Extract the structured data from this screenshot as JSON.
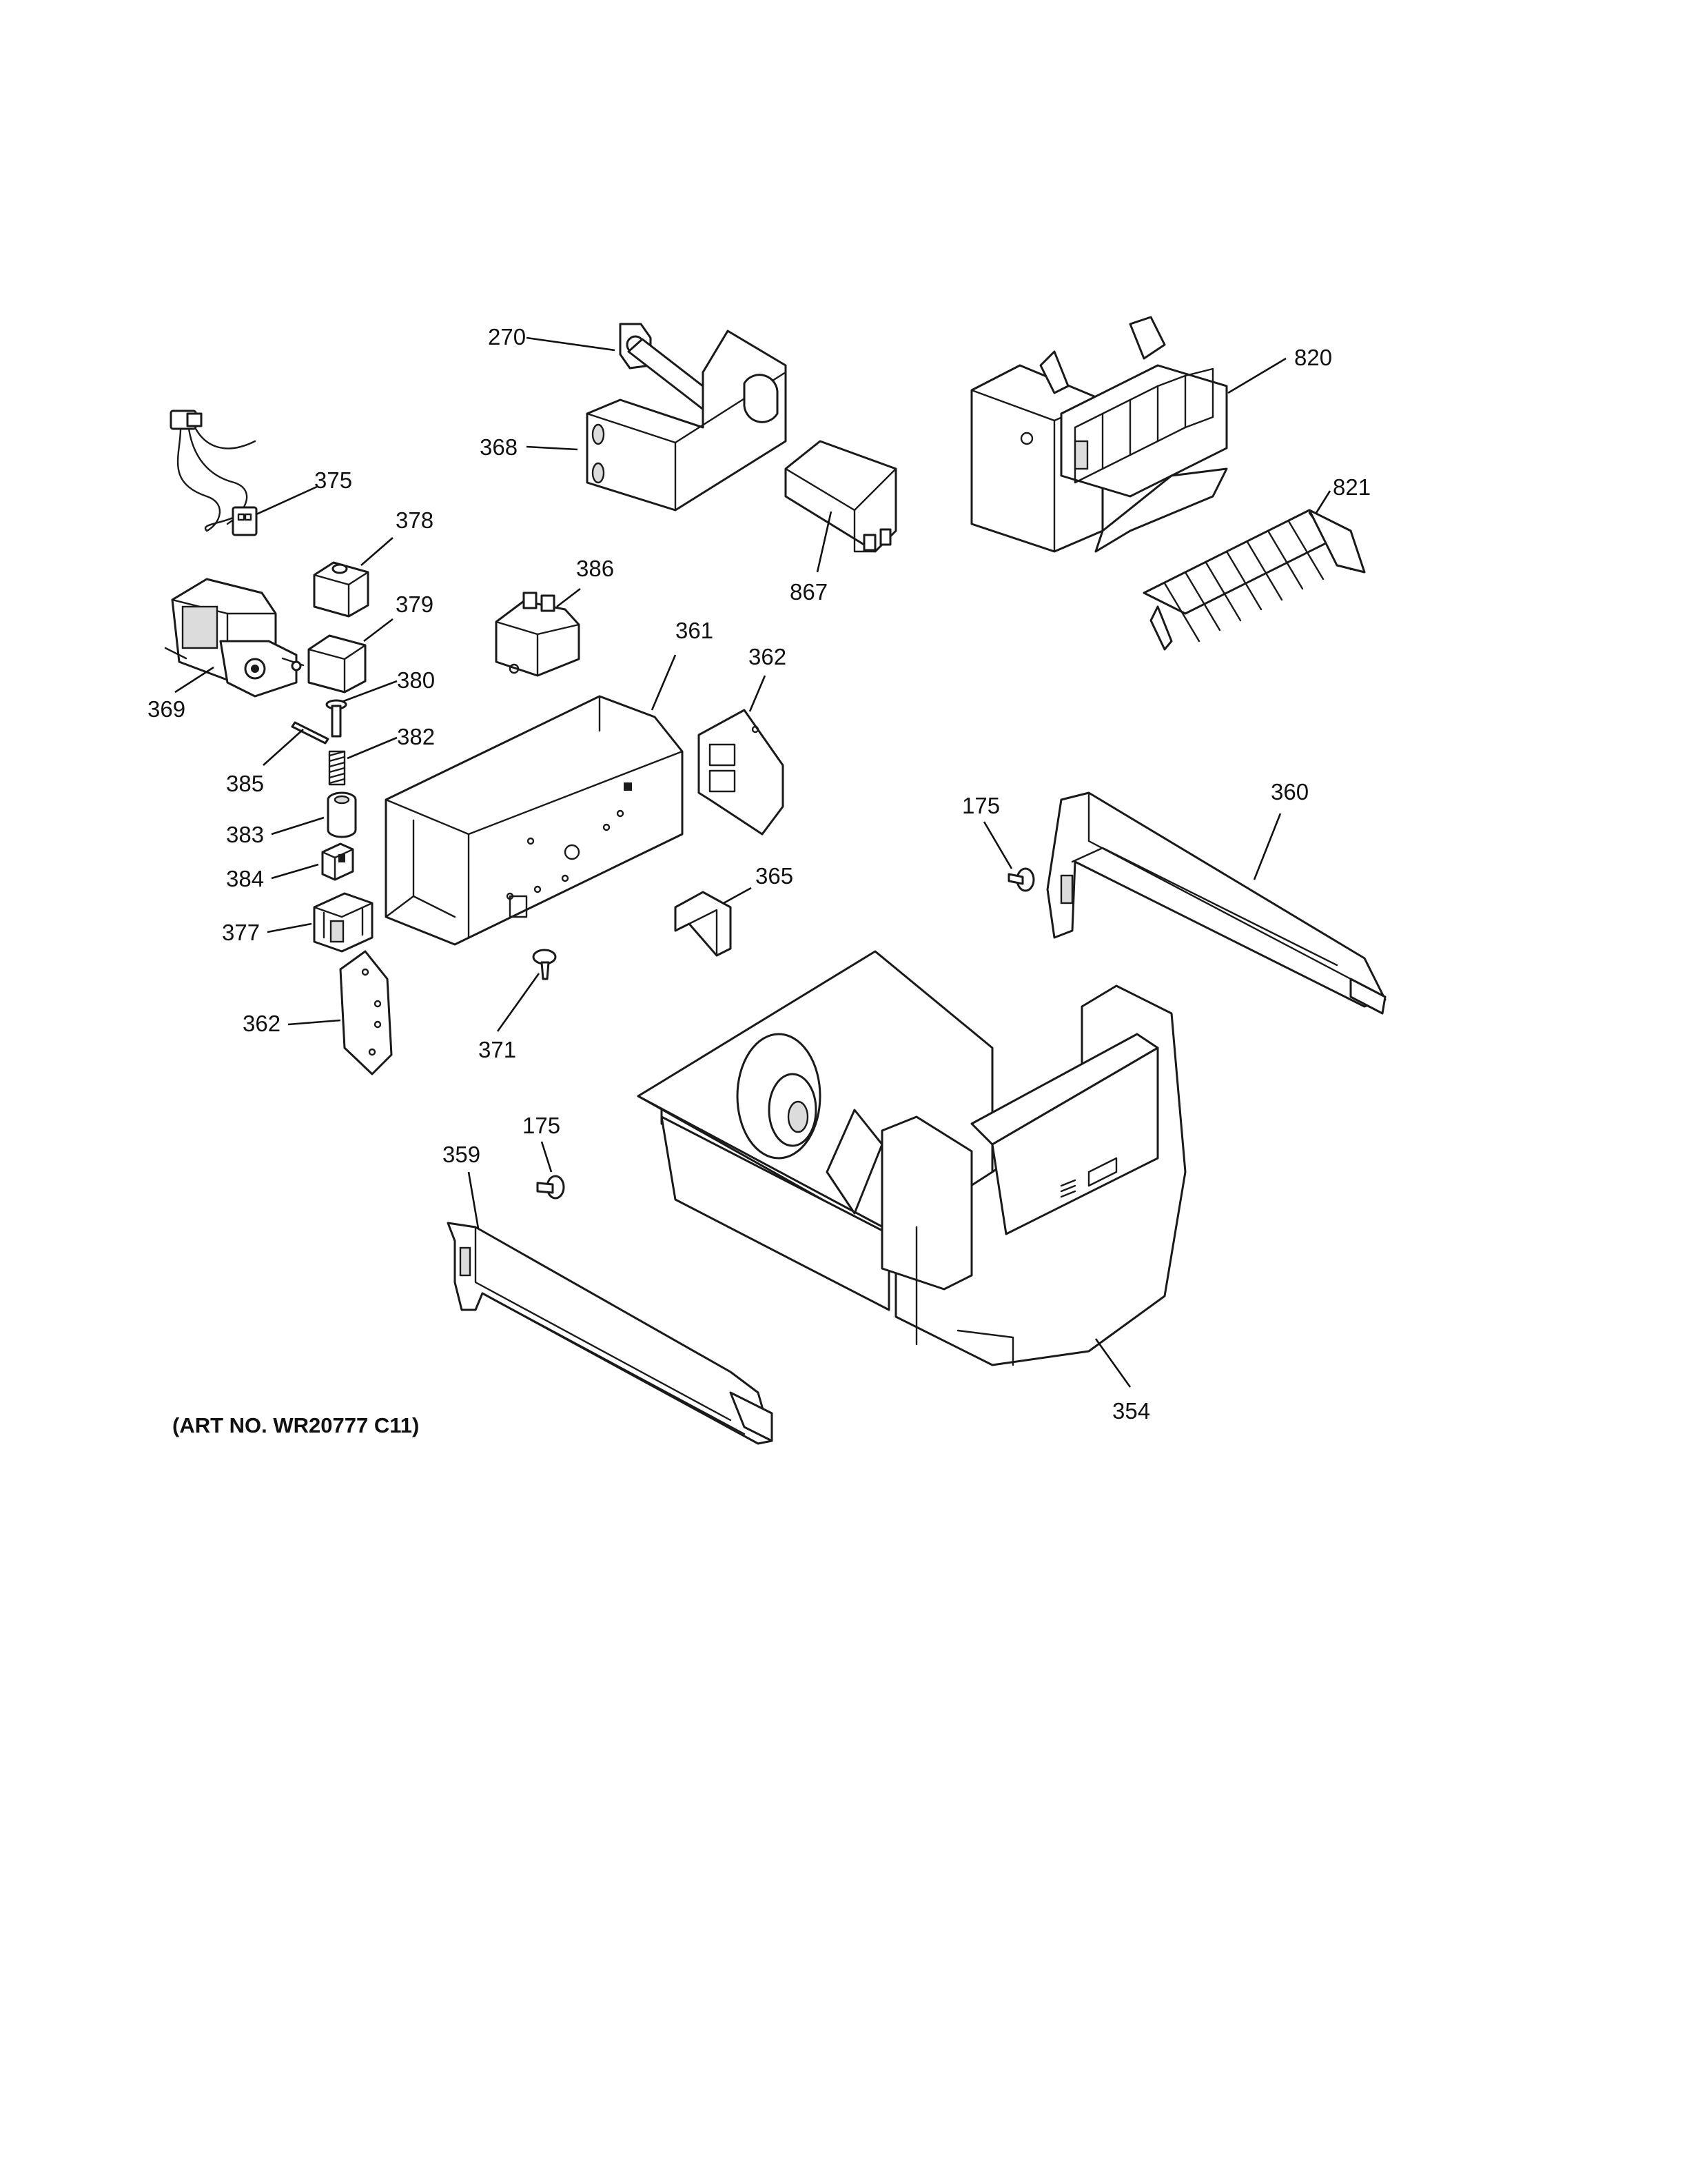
{
  "art_number": "(ART NO. WR20777 C11)",
  "callouts": {
    "c270": "270",
    "c368": "368",
    "c867": "867",
    "c820": "820",
    "c821": "821",
    "c375": "375",
    "c378": "378",
    "c379": "379",
    "c369": "369",
    "c380": "380",
    "c385": "385",
    "c382": "382",
    "c383": "383",
    "c384": "384",
    "c377": "377",
    "c362a": "362",
    "c386": "386",
    "c361": "361",
    "c362b": "362",
    "c365": "365",
    "c371": "371",
    "c175a": "175",
    "c360": "360",
    "c175b": "175",
    "c359": "359",
    "c354": "354"
  }
}
